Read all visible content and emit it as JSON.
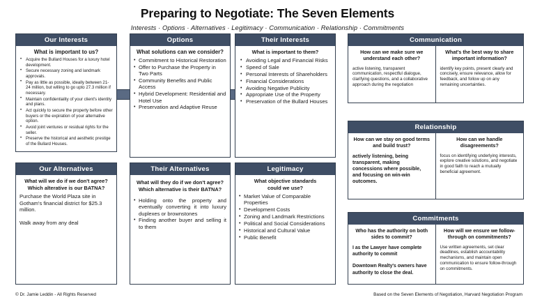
{
  "header": {
    "title": "Preparing to Negotiate: The Seven Elements",
    "subtitle": "Interests · Options · Alternatives · Legitimacy · Communication · Relationship · Commitments"
  },
  "colors": {
    "header_bar": "#3f4e65",
    "border": "#333f4f",
    "connector": "#5a6a83",
    "page_background": "#ffffff"
  },
  "boxes": {
    "our_interests": {
      "title": "Our Interests",
      "prompt": "What is important to us?",
      "bullets": [
        "Acquire the Bullard Houses for a luxury hotel development.",
        "Secure necessary zoning and landmark approvals.",
        "Pay as little as possible, ideally between 21-24 million, but willing to go upto 27.3 million if necessary.",
        "Maintain confidentiality of your client's identity and plans.",
        "Act quickly to secure the property before other buyers or the expiration of your alternative option.",
        "Avoid joint ventures or residual rights for the seller.",
        "Preserve the historical and aesthetic prestige of the Bullard Houses."
      ]
    },
    "options": {
      "title": "Options",
      "prompt": "What solutions can we consider?",
      "bullets": [
        "Commitment to Historical Restoration",
        "Offer to Purchase the Property in Two Parts",
        "Community Benefits and Public Access",
        "Hybrid Development: Residential and Hotel Use",
        "Preservation and Adaptive Reuse"
      ]
    },
    "their_interests": {
      "title": "Their Interests",
      "prompt": "What is important to them?",
      "bullets": [
        "Avoiding Legal and Financial Risks",
        "Speed of Sale",
        "Personal Interests of Shareholders",
        "Financial Considerations",
        "Avoiding Negative Publicity",
        "Appropriate Use of the Property",
        "Preservation of the Bullard Houses"
      ]
    },
    "our_alternatives": {
      "title": "Our Alternatives",
      "prompt_line1": "What will we do if we don't agree?",
      "prompt_line2": "Which alterative is our BATNA?",
      "body1": "Purchase the World Plaza site in Gotham's financial district for $25.3 million.",
      "body2": "Walk away from any deal"
    },
    "their_alternatives": {
      "title": "Their Alternatives",
      "prompt_line1": "What will they do if we don't agree?",
      "prompt_line2": "Which alternative is their BATNA?",
      "bullets": [
        "Holding onto the property and eventually converting it into luxury duplexes or brownstones",
        "Finding another buyer and selling it to them"
      ]
    },
    "legitimacy": {
      "title": "Legitimacy",
      "prompt_line1": "What objective standards",
      "prompt_line2": "could we use?",
      "bullets": [
        "Market Value of Comparable Properties",
        "Development Costs",
        "Zoning and Landmark Restrictions",
        "Political and Social Considerations",
        "Historical and Cultural Value",
        "Public Benefit"
      ]
    },
    "communication": {
      "title": "Communication",
      "left_question": "How can we make sure we understand each other?",
      "left_answer": "active listening, transparent communication, respectful dialogue, clarifying questions, and a collaborative approach during the negotiation",
      "right_question": "What's the best way to share important information?",
      "right_answer": "identify key points, present clearly and concisely, ensure relevance, allow for feedback, and follow up on any remaining uncertainties."
    },
    "relationship": {
      "title": "Relationship",
      "left_question": "How can we stay on good terms and build trust?",
      "left_answer": "actively listening, being transparent, making concessions where possible, and focusing on win-win outcomes.",
      "right_question": "How can we handle disagreements?",
      "right_answer": "focus on identifying underlying interests, explore creative solutions, and negotiate in good faith to reach a mutually beneficial agreement."
    },
    "commitments": {
      "title": "Commitments",
      "left_question": "Who has the authority on both sides to commit?",
      "left_answer_1": "I as the Lawyer have complete authority to commit",
      "left_answer_2": "Downtown Realty's owners have authority to close the deal.",
      "right_question": "How will we ensure we follow-through on commitments?",
      "right_answer": "Use written agreements, set clear deadlines, establish accountability mechanisms, and maintain open communication to ensure follow-through on commitments."
    }
  },
  "footer": {
    "left": "© Dr. Jamie Leddin - All Rights Reserved",
    "right": "Based on the Seven Elements of Negotiation, Harvard Negotiation Program"
  }
}
